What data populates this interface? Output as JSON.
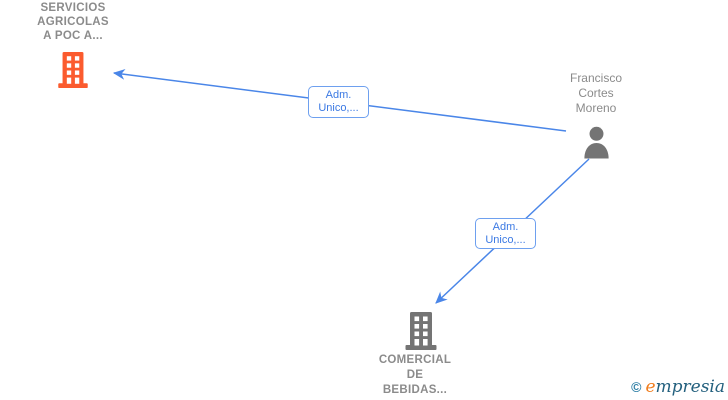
{
  "nodes": {
    "servicios": {
      "line1": "SERVICIOS",
      "line2": "AGRICOLAS",
      "line3": "A POC A...",
      "type": "company"
    },
    "francisco": {
      "line1": "Francisco",
      "line2": "Cortes",
      "line3": "Moreno",
      "type": "person"
    },
    "comercial": {
      "line1": "COMERCIAL",
      "line2": "DE",
      "line3": "BEBIDAS...",
      "type": "company"
    }
  },
  "edges": {
    "edge1": {
      "from": "Francisco Cortes Moreno",
      "to": "SERVICIOS AGRICOLAS A POC A...",
      "line1": "Adm.",
      "line2": "Unico,..."
    },
    "edge2": {
      "from": "Francisco Cortes Moreno",
      "to": "COMERCIAL DE BEBIDAS...",
      "line1": "Adm.",
      "line2": "Unico,..."
    }
  },
  "watermark": {
    "symbol": "©",
    "brand_e": "e",
    "brand_rest": "mpresia"
  },
  "colors": {
    "edge_blue": "#4a86e8",
    "edge_label_border": "#6ea0ef",
    "edge_label_text": "#3b79e3",
    "company_orange": "#fb5b2e",
    "icon_gray": "#747474",
    "node_text_gray": "#8b8b8b",
    "logo_symbol_teal": "#2e7fa6",
    "logo_e_orange": "#f07d1e",
    "logo_rest_dark": "#23607e"
  }
}
